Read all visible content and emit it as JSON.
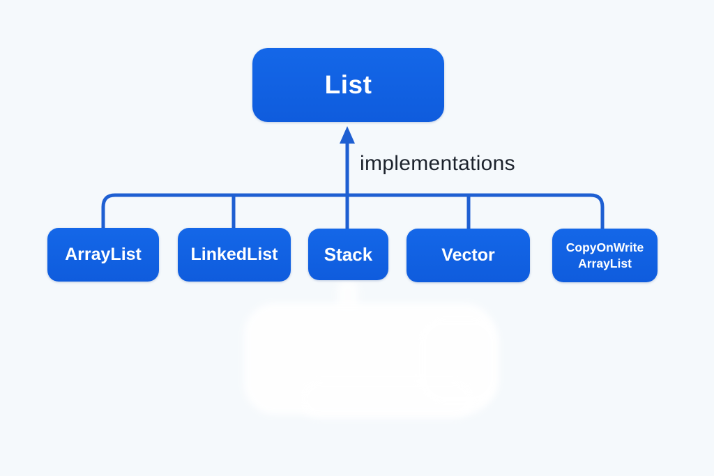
{
  "diagram": {
    "parent_node": {
      "label": "List"
    },
    "edge_label": "implementations",
    "child_nodes": [
      {
        "label": "ArrayList"
      },
      {
        "label": "LinkedList"
      },
      {
        "label": "Stack"
      },
      {
        "label": "Vector"
      },
      {
        "label": "CopyOnWrite ArrayList"
      }
    ],
    "colors": {
      "node_fill": "#1161e2",
      "node_text": "#ffffff",
      "connector": "#1e5fd2",
      "edge_label_text": "#1c222c",
      "background": "#f5f9fc"
    }
  }
}
